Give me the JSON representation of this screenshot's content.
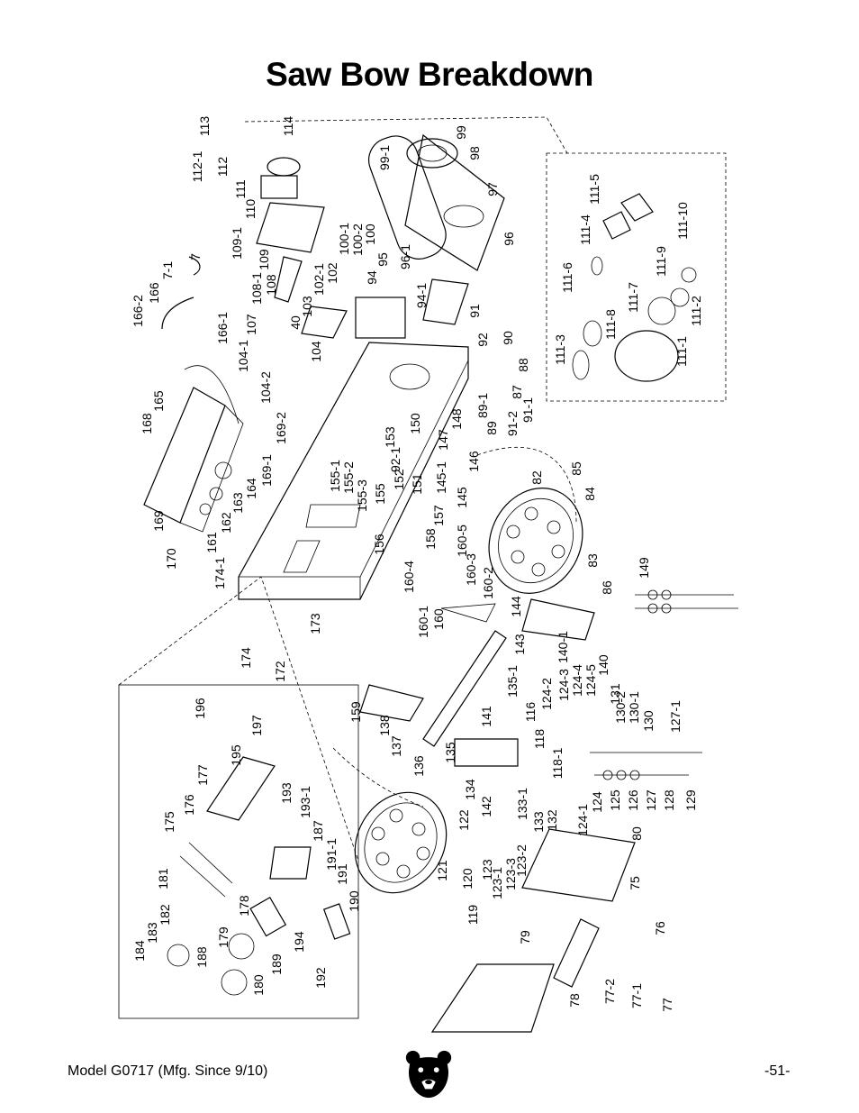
{
  "title": "Saw Bow Breakdown",
  "footer": {
    "model": "Model G0717 (Mfg. Since 9/10)",
    "page": "-51-"
  },
  "colors": {
    "ink": "#000000",
    "paper": "#ffffff"
  },
  "logo_icon": "bear-head-icon",
  "callouts": [
    "113",
    "112-1",
    "112",
    "111",
    "110",
    "109-1",
    "109",
    "108-1",
    "108",
    "107",
    "104-1",
    "104-2",
    "104",
    "103",
    "40",
    "102-1",
    "102",
    "100-1",
    "100-2",
    "100",
    "95",
    "94",
    "96-1",
    "94-1",
    "99-1",
    "99",
    "98",
    "97",
    "96",
    "91",
    "92",
    "90",
    "88",
    "87",
    "89-1",
    "89",
    "91-2",
    "91-1",
    "153",
    "150",
    "148",
    "147",
    "146",
    "145-1",
    "145",
    "92-1",
    "152",
    "151",
    "157",
    "155-1",
    "155-2",
    "155-3",
    "155",
    "156",
    "158",
    "160-5",
    "160-4",
    "160-3",
    "160-2",
    "160-1",
    "160",
    "114",
    "7",
    "7-1",
    "166",
    "166-2",
    "166-1",
    "165",
    "168",
    "169-2",
    "169-1",
    "164",
    "163",
    "162",
    "161",
    "169",
    "170",
    "174-1",
    "174",
    "172",
    "173",
    "82",
    "85",
    "84",
    "83",
    "86",
    "149",
    "144",
    "143",
    "140-1",
    "140",
    "135-1",
    "131",
    "124-2",
    "124-3",
    "124-4",
    "124-5",
    "130-2",
    "130-1",
    "130",
    "127-1",
    "116",
    "118",
    "118-1",
    "141",
    "138",
    "137",
    "136",
    "135",
    "134",
    "142",
    "133-1",
    "133",
    "132",
    "122",
    "121",
    "120",
    "119",
    "123",
    "123-1",
    "123-3",
    "123-2",
    "124-1",
    "124",
    "125",
    "126",
    "127",
    "128",
    "129",
    "80",
    "75",
    "76",
    "79",
    "78",
    "77-2",
    "77-1",
    "77",
    "159",
    "111-5",
    "111-4",
    "111-6",
    "111-3",
    "111-8",
    "111-7",
    "111-9",
    "111-10",
    "111-2",
    "111-1",
    "196",
    "197",
    "195",
    "177",
    "193",
    "193-1",
    "187",
    "191-1",
    "191",
    "190",
    "176",
    "175",
    "181",
    "182",
    "183",
    "184",
    "178",
    "179",
    "188",
    "180",
    "189",
    "194",
    "192"
  ]
}
